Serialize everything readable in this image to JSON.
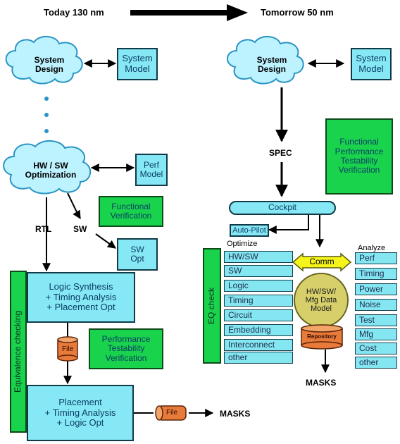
{
  "header": {
    "today": "Today 130 nm",
    "tomorrow": "Tomorrow  50 nm"
  },
  "today": {
    "system_design": "System\nDesign",
    "system_model": "System\nModel",
    "hwsw_optimization": "HW / SW\nOptimization",
    "perf_model": "Perf\nModel",
    "functional_verification": "Functional\nVerification",
    "rtl_label": "RTL",
    "sw_label": "SW",
    "sw_opt": "SW\nOpt",
    "equivalence_checking": "Equivalence checking",
    "logic_synthesis": "Logic Synthesis\n+ Timing Analysis\n+ Placement Opt",
    "file_label": "File",
    "perf_test_verif": "Performance\nTestability\nVerification",
    "placement": "Placement\n+ Timing Analysis\n+ Logic Opt",
    "file2_label": "File",
    "masks": "MASKS"
  },
  "tomorrow": {
    "system_design": "System\nDesign",
    "system_model": "System\nModel",
    "spec_label": "SPEC",
    "fptv": "Functional\nPerformance\nTestability\nVerification",
    "cockpit": "Cockpit",
    "autopilot": "Auto-Pilot",
    "optimize_label": "Optimize",
    "analyze_label": "Analyze",
    "eq_check": "EQ check",
    "optimize_items": [
      "HW/SW",
      "SW",
      "Logic",
      "Timing",
      "Circuit",
      "Embedding",
      "Interconnect",
      "other"
    ],
    "analyze_items": [
      "Perf",
      "Timing",
      "Power",
      "Noise",
      "Test",
      "Mfg",
      "Cost",
      "other"
    ],
    "comm": "Comm",
    "data_model": "HW/SW/\nMfg Data\nModel",
    "repository": "Repository",
    "masks": "MASKS"
  },
  "colors": {
    "cyan": "#86e8f4",
    "green": "#19d34c",
    "cloud": "#bdf2ff",
    "yellow": "#f5f51c",
    "db_orange": "#e87a3a",
    "sphere": "#d6cf6a"
  }
}
